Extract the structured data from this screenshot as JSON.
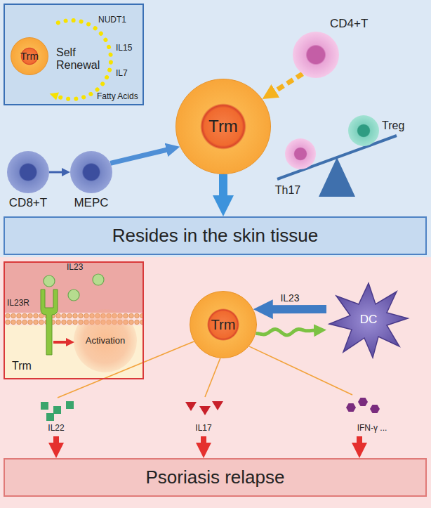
{
  "diagram": {
    "nodes": [
      {
        "text": [
          "Self Renewal"
        ]
      },
      {
        "text": [
          "Trm"
        ],
        "in": 0
      },
      {
        "text": [
          "CD4+T"
        ]
      },
      {
        "text": [
          "CD8+T"
        ]
      },
      {
        "text": [
          "MEPC"
        ]
      },
      {
        "text": [
          "Trm"
        ]
      },
      {
        "text": [
          "Th17"
        ]
      },
      {
        "text": [
          "Treg"
        ]
      },
      {
        "text": [
          "Resides in the skin tissue"
        ]
      },
      {
        "text": [
          "Trm"
        ]
      },
      {
        "text": [
          "Activation"
        ],
        "in": 9
      },
      {
        "text": [
          "Trm"
        ]
      },
      {
        "text": [
          "DC"
        ]
      },
      {
        "text": [
          "Psoriasis relapse"
        ]
      }
    ],
    "edges": [
      {
        "from": 3,
        "to": 4,
        "arrow": "to"
      },
      {
        "from": 4,
        "to": 5,
        "arrow": "to"
      },
      {
        "from": 2,
        "to": 5,
        "arrow": "to"
      },
      {
        "from": 5,
        "to": 8,
        "arrow": "to"
      },
      {
        "from": 12,
        "to": 11,
        "label": "IL23",
        "arrow": "to"
      },
      {
        "from": 11,
        "to": 12,
        "arrow": "to"
      },
      {
        "from": 11,
        "to": 13,
        "label": "IL22",
        "arrow": "to"
      },
      {
        "from": 11,
        "to": 13,
        "label": "IL17",
        "arrow": "to"
      },
      {
        "from": 11,
        "to": 13,
        "label": "IFN-γ ...",
        "arrow": "to"
      }
    ],
    "labels": [
      "NUDT1",
      "IL15",
      "IL7",
      "Fatty Acids",
      "IL23",
      "IL23R"
    ]
  }
}
